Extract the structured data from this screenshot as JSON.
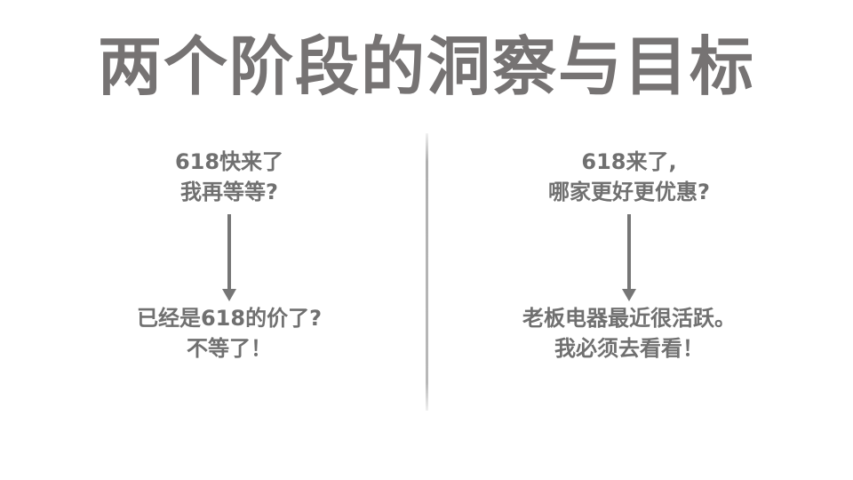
{
  "title": "两个阶段的洞察与目标",
  "left": {
    "top_lines": [
      "618快来了",
      "我再等等?"
    ],
    "bottom_lines": [
      "已经是618的价了?",
      "不等了！"
    ]
  },
  "right": {
    "top_lines": [
      "618来了,",
      "哪家更好更优惠?"
    ],
    "bottom_lines": [
      "老板电器最近很活跃。",
      "我必须去看看！"
    ]
  }
}
